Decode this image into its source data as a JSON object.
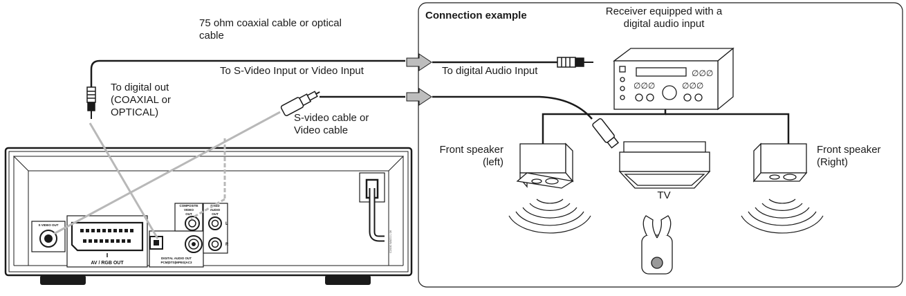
{
  "labels": {
    "cable_type": "75 ohm coaxial cable or optical\ncable",
    "to_svideo_input": "To S-Video Input or Video Input",
    "to_digital_audio_input": "To digital Audio Input",
    "to_digital_out": "To digital out\n(COAXIAL or\nOPTICAL)",
    "svideo_cable": "S-video cable or\nVideo cable",
    "connection_example": "Connection example",
    "receiver": "Receiver equipped with a\ndigital audio input",
    "front_speaker_left": "Front speaker\n(left)",
    "front_speaker_right": "Front speaker\n(Right)",
    "tv": "TV"
  },
  "panel": {
    "s_video_out": "S VIDEO OUT",
    "av_rgb_out": "AV / RGB OUT",
    "composite_video_out_1": "COMPOSITE",
    "composite_video_out_2": "VIDEO",
    "composite_video_out_3": "OUT",
    "fixed_audio_out_1": "FIXED",
    "fixed_audio_out_2": "AUDIO",
    "fixed_audio_out_3": "OUT",
    "audio_l": "L",
    "audio_r": "R",
    "digital_audio_out_1": "DIGITAL AUDIO OUT",
    "digital_audio_out_2": "PCM|DTS|MPEG|AC3",
    "code": "C2000 WAD1 L 06"
  },
  "colors": {
    "line": "#1a1a1a",
    "cable_gray": "#b8b8b8",
    "arrow_fill": "#bdbdbd"
  }
}
